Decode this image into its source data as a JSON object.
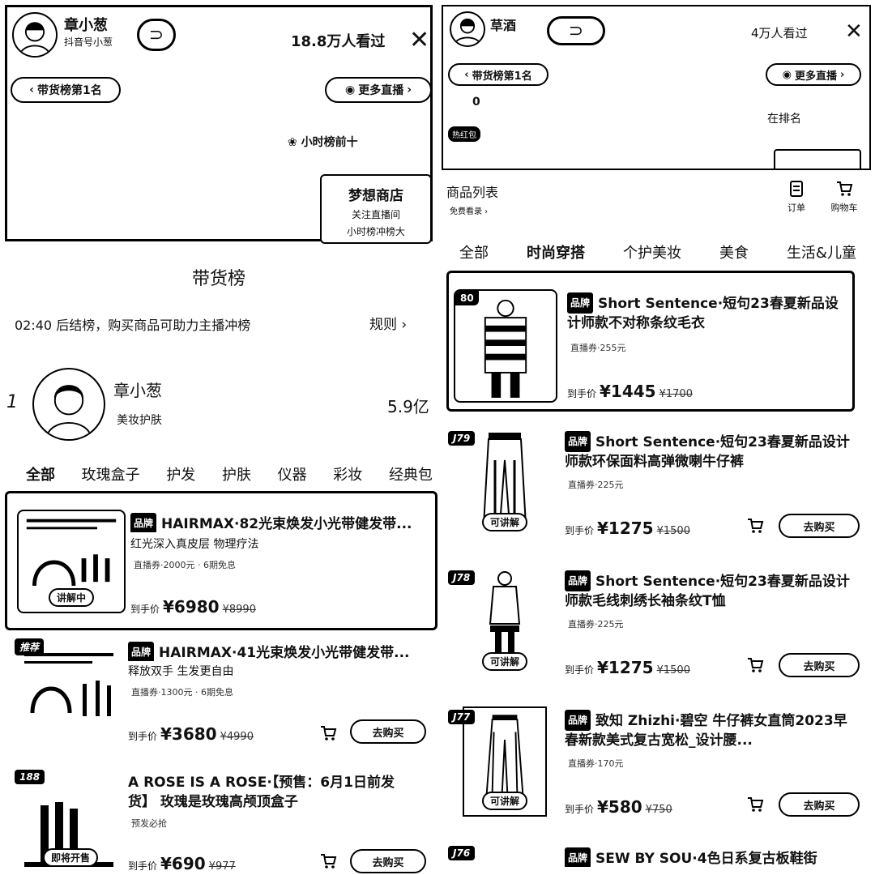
{
  "left": {
    "live": {
      "host_name": "章小葱",
      "host_sub": "抖音号小葱",
      "viewers": "18.8万人看过",
      "rank_pill": "带货榜第1名",
      "more_live": "更多直播",
      "fans_text": "小时榜前十",
      "promo_title": "梦想商店",
      "promo_line1": "关注直播间",
      "promo_line2": "小时榜冲榜大"
    },
    "board": {
      "title": "带货榜",
      "countdown": "02:40 后结榜，购买商品可助力主播冲榜",
      "rules": "规则 ›",
      "rank_no": "1",
      "anchor_name": "章小葱",
      "anchor_tag": "美妆护肤",
      "gmv": "5.9亿"
    },
    "tabs": [
      "全部",
      "玫瑰盒子",
      "护发",
      "护肤",
      "仪器",
      "彩妆",
      "经典包"
    ],
    "products": [
      {
        "rank": "",
        "status": "讲解中",
        "brand_tag": "品牌",
        "title": "HAIRMAX·82光束焕发小光带健发带...",
        "subtitle": "红光深入真皮层 物理疗法",
        "coupon": "直播券·2000元 · 6期免息",
        "price_label": "到手价",
        "price": "¥6980",
        "was": "¥8990",
        "buy": ""
      },
      {
        "rank": "推荐",
        "status": "",
        "brand_tag": "品牌",
        "title": "HAIRMAX·41光束焕发小光带健发带...",
        "subtitle": "释放双手 生发更自由",
        "coupon": "直播券·1300元 · 6期免息",
        "price_label": "到手价",
        "price": "¥3680",
        "was": "¥4990",
        "buy": "去购买"
      },
      {
        "rank": "188",
        "status": "即将开售",
        "brand_tag": "",
        "title": "A ROSE IS A ROSE·【预售：6月1日前发货】 玫瑰是玫瑰高颅顶盒子",
        "subtitle": "",
        "coupon": "预发必抢",
        "price_label": "到手价",
        "price": "¥690",
        "was": "¥977",
        "buy": "去购买"
      }
    ]
  },
  "right": {
    "live": {
      "host_name": "草酒",
      "viewers": "4万人看过",
      "rank_pill": "带货榜第1名",
      "more_live": "更多直播",
      "count": "0",
      "small_badge": "热红包",
      "note_text": "在排名"
    },
    "list_header": {
      "title": "商品列表",
      "sub": "免费看录 ›",
      "orders": "订单",
      "cart": "购物车"
    },
    "tabs": [
      "全部",
      "时尚穿搭",
      "个护美妆",
      "美食",
      "生活&儿童"
    ],
    "products": [
      {
        "rank": "80",
        "status": "",
        "brand_tag": "品牌",
        "title": "Short Sentence·短句23春夏新品设计师款不对称条纹毛衣",
        "coupon": "直播券·255元",
        "price_label": "到手价",
        "price": "¥1445",
        "was": "¥1700",
        "buy": ""
      },
      {
        "rank": "J79",
        "status": "可讲解",
        "brand_tag": "品牌",
        "title": "Short Sentence·短句23春夏新品设计师款环保面料高弹微喇牛仔裤",
        "coupon": "直播券·225元",
        "price_label": "到手价",
        "price": "¥1275",
        "was": "¥1500",
        "buy": "去购买"
      },
      {
        "rank": "J78",
        "status": "可讲解",
        "brand_tag": "品牌",
        "title": "Short Sentence·短句23春夏新品设计师款毛线刺绣长袖条纹T恤",
        "coupon": "直播券·225元",
        "price_label": "到手价",
        "price": "¥1275",
        "was": "¥1500",
        "buy": "去购买"
      },
      {
        "rank": "J77",
        "status": "可讲解",
        "brand_tag": "品牌",
        "title": "致知 Zhizhi·碧空 牛仔裤女直筒2023早春新款美式复古宽松_设计腰...",
        "coupon": "直播券·170元",
        "price_label": "到手价",
        "price": "¥580",
        "was": "¥750",
        "buy": "去购买"
      },
      {
        "rank": "J76",
        "status": "",
        "brand_tag": "品牌",
        "title": "SEW BY SOU·4色日系复古板鞋街",
        "coupon": "",
        "price_label": "",
        "price": "",
        "was": "",
        "buy": ""
      }
    ]
  }
}
